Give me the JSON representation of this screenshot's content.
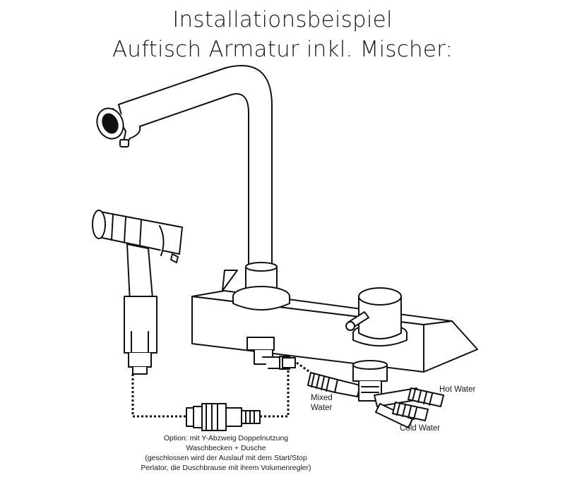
{
  "title": {
    "line1": "Installationsbeispiel",
    "line2": "Auftisch Armatur inkl. Mischer:"
  },
  "labels": {
    "mixed_water_1": "Mixed",
    "mixed_water_2": "Water",
    "hot_water": "Hot Water",
    "cold_water": "Cold Water"
  },
  "option_note": [
    "Option: mit Y-Abzweig Doppelnutzung",
    "Waschbecken + Dusche",
    "(geschlossen wird der Auslauf mit dem Start/Stop",
    "Perlator, die Duschbrause mit ihrem Volumenregler)"
  ],
  "colors": {
    "stroke": "#111111",
    "fill": "#ffffff",
    "hose": "#111111"
  },
  "icons": {
    "faucet": "faucet-icon",
    "shower_head": "hand-shower-icon",
    "mixer_knob": "mixer-knob-icon",
    "y_connector": "y-connector-icon"
  }
}
